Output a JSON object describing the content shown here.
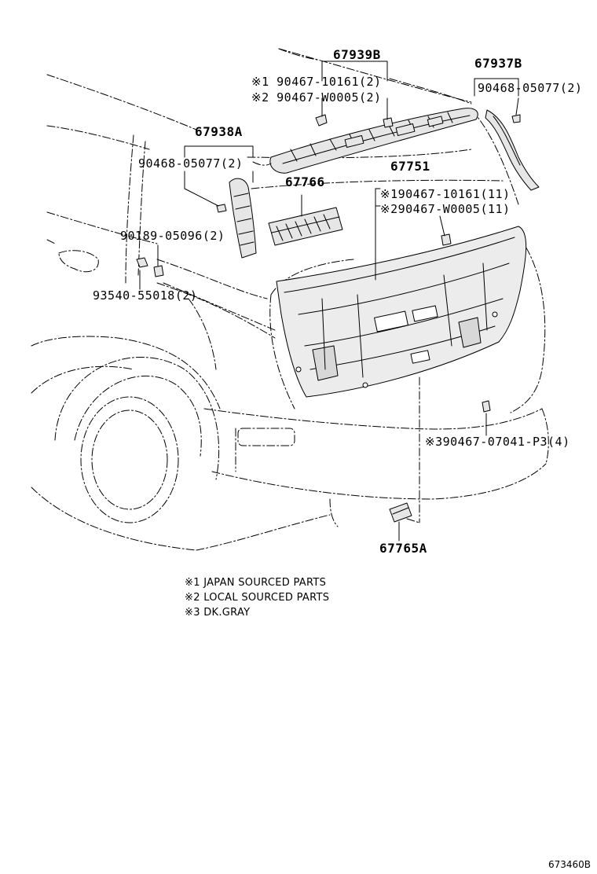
{
  "callouts": {
    "p67939b": "67939B",
    "p67939b_s1": "※1 90467-10161(2)",
    "p67939b_s2": "※2 90467-W0005(2)",
    "p67937b": "67937B",
    "p67937b_s1": "90468-05077(2)",
    "p67938a": "67938A",
    "p67938a_s1": "90468-05077(2)",
    "p67766": "67766",
    "p67751": "67751",
    "p67751_s1": "※190467-10161(11)",
    "p67751_s2": "※290467-W0005(11)",
    "p90189": "90189-05096(2)",
    "p93540": "93540-55018(2)",
    "p90467_p3": "※390467-07041-P3(4)",
    "p67765a": "67765A"
  },
  "notes": [
    "※1 JAPAN SOURCED PARTS",
    "※2 LOCAL SOURCED PARTS",
    "※3 DK.GRAY"
  ],
  "diagram_code": "673460B",
  "colors": {
    "ink": "#000000",
    "part_fill": "#e6e6e6",
    "background": "#ffffff"
  }
}
